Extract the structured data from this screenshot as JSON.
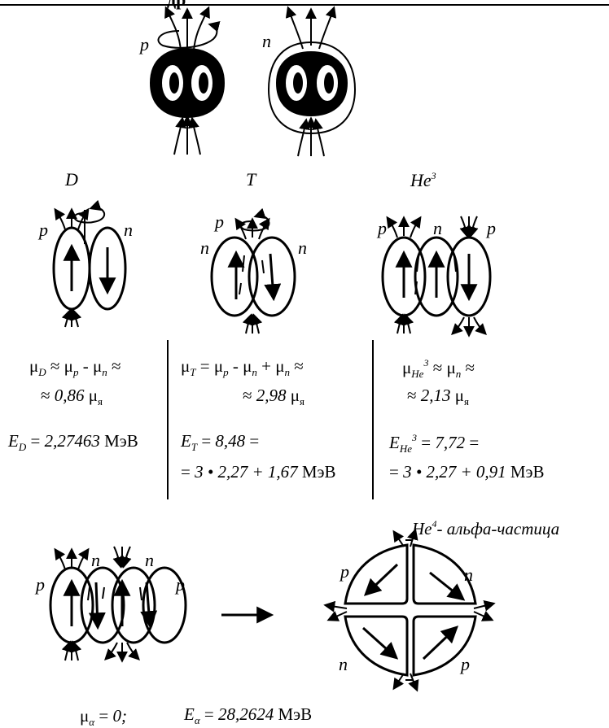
{
  "header": {
    "fragment": "др"
  },
  "top": {
    "label_p": "p",
    "label_n": "n"
  },
  "row2": {
    "D": {
      "title": "D",
      "label_p": "p",
      "label_n": "n",
      "mu": {
        "lhs": "μ",
        "lhs_sub": "D",
        "rhs": "≈ μ",
        "rhs_sub1": "p",
        "minus": " - μ",
        "rhs_sub2": "n",
        "tail": " ≈"
      },
      "mu2": {
        "approx": "≈ ",
        "val": "0,86",
        "mu": " μ",
        "unit_sub": "я"
      },
      "E": {
        "sym": "E",
        "sub": "D",
        "eq": " = ",
        "val": "2,27463",
        "unit": " МэВ"
      }
    },
    "T": {
      "title": "T",
      "label_p": "p",
      "label_n_left": "n",
      "label_n_right": "n",
      "mu": {
        "lhs": "μ",
        "lhs_sub": "T",
        "rhs": " = μ",
        "rhs_sub1": "p",
        "minus": " - μ",
        "rhs_sub2": "n",
        "plus": " + μ",
        "rhs_sub3": "n",
        "tail": " ≈"
      },
      "mu2": {
        "approx": "≈ ",
        "val": "2,98",
        "mu": " μ",
        "unit_sub": "я"
      },
      "E": {
        "sym": "E",
        "sub": "T",
        "eq": " = ",
        "val": "8,48",
        "eq2": " ="
      },
      "E2": {
        "eq": "= ",
        "val": "3 • 2,27 + 1,67",
        "unit": "  МэВ"
      }
    },
    "He3": {
      "title": "He",
      "title_sup": "3",
      "label_p_left": "p",
      "label_n": "n",
      "label_p_right": "p",
      "mu": {
        "lhs": "μ",
        "lhs_sub": "He",
        "lhs_sup": "3",
        "rhs": " ≈ μ",
        "rhs_sub": "n",
        "tail": " ≈"
      },
      "mu2": {
        "approx": "≈ ",
        "val": "2,13",
        "mu": " μ",
        "unit_sub": "я"
      },
      "E": {
        "sym": "E",
        "sub": "He",
        "sub_sup": "3",
        "eq": " = ",
        "val": "7,72",
        "eq2": " ="
      },
      "E2": {
        "eq": "= ",
        "val": "3 • 2,27 + 0,91",
        "unit": "  МэВ"
      }
    }
  },
  "alpha": {
    "title": "He",
    "title_sup": "4",
    "title_rest": "- альфа-частица",
    "left": {
      "label_p_left": "p",
      "label_n_1": "n",
      "label_n_2": "n",
      "label_p_right": "p"
    },
    "right": {
      "label_p_tl": "p",
      "label_n_tr": "n",
      "label_n_bl": "n",
      "label_p_br": "p"
    },
    "mu": {
      "sym": "μ",
      "sub": "α",
      "eq": " = ",
      "val": "0;"
    },
    "E": {
      "sym": "E",
      "sub": "α",
      "eq": " = ",
      "val": "28,2624",
      "unit": " МэВ"
    }
  }
}
